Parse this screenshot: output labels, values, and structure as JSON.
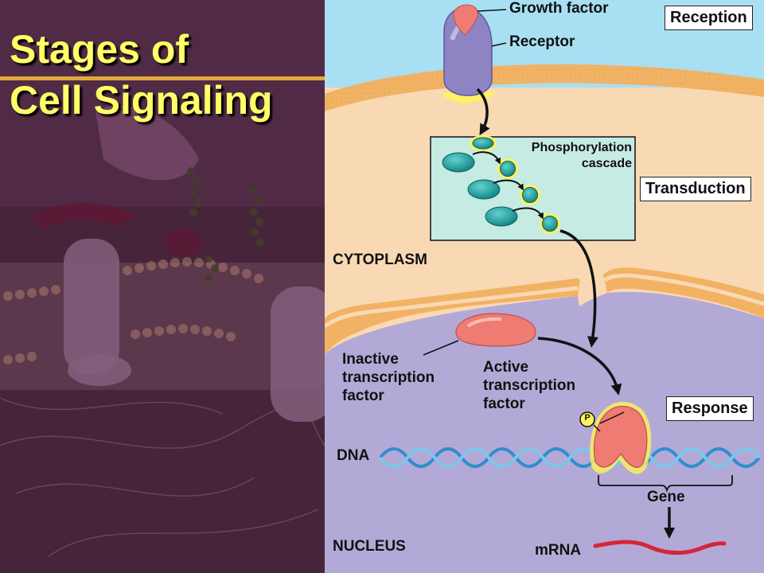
{
  "slide": {
    "title_line1": "Stages of",
    "title_line2": "Cell Signaling"
  },
  "stages": {
    "reception": "Reception",
    "transduction": "Transduction",
    "response": "Response"
  },
  "labels": {
    "growth_factor": "Growth factor",
    "receptor": "Receptor",
    "phosphorylation_line1": "Phosphorylation",
    "phosphorylation_line2": "cascade",
    "cytoplasm": "CYTOPLASM",
    "inactive_tf": [
      "Inactive",
      "transcription",
      "factor"
    ],
    "active_tf": [
      "Active",
      "transcription",
      "factor"
    ],
    "phosphate": "P",
    "dna": "DNA",
    "gene": "Gene",
    "nucleus": "NUCLEUS",
    "mrna": "mRNA"
  },
  "colors": {
    "extracellular": "#a9dff2",
    "cytoplasm": "#f9d9b4",
    "membrane": "#f2b263",
    "nucleus": "#b3a9d6",
    "receptor": "#8e84c4",
    "kinase": "#1b9c9c",
    "transcription_factor": "#ee7c72",
    "glow": "#fff35a"
  }
}
